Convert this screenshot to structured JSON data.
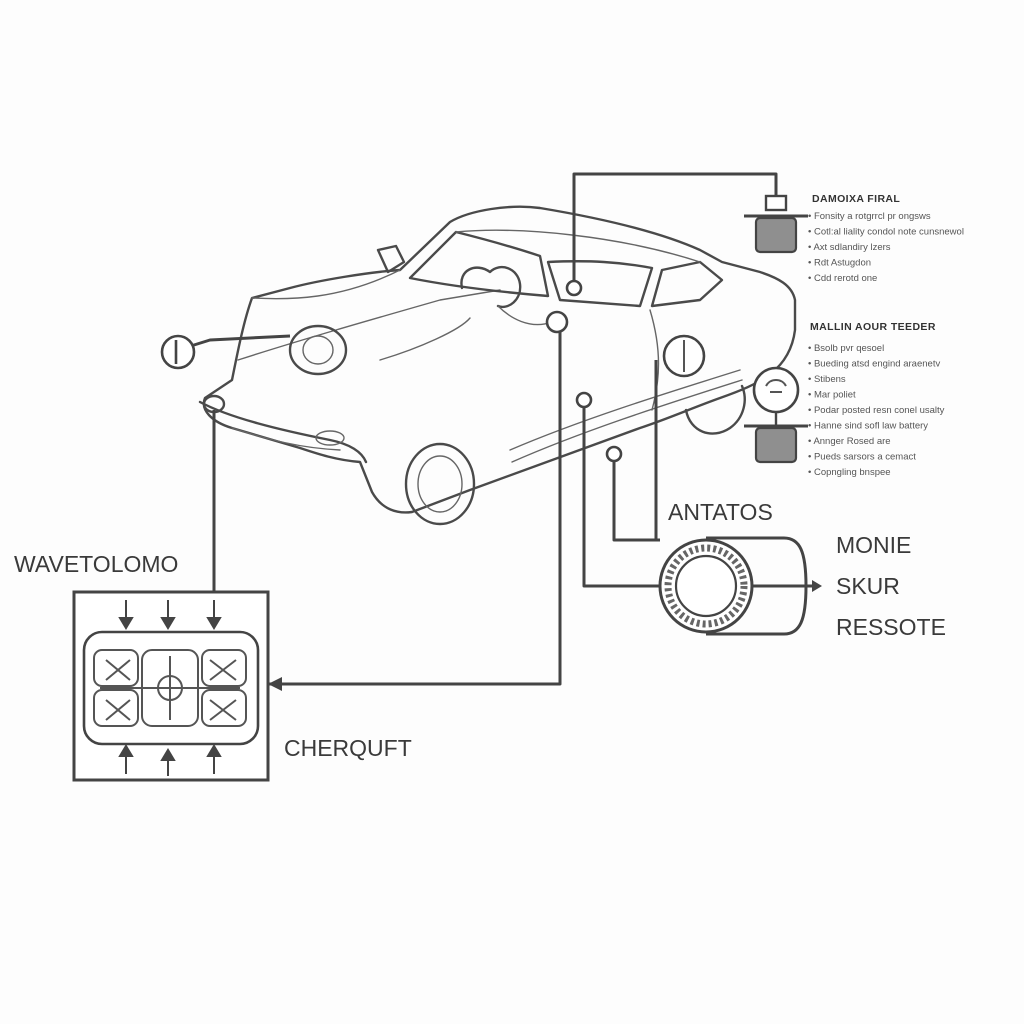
{
  "labels": {
    "top_right_title": "DAMOIXA FIRAL",
    "mid_right_title": "MALLIN AOUR TEEDER",
    "antatos": "ANTATOS",
    "monie": "MONIE",
    "skur": "SKUR",
    "ressote": "RESSOTE",
    "wavetolomo": "WAVETOLOMO",
    "cherquft": "CHERQUFT"
  },
  "legend_top": [
    "Fonsity a rotgrrcl pr ongsws",
    "Cotl:al liality condol note cunsnewol",
    "Axt sdlandiry lzers",
    "Rdt Astugdon",
    "Cdd rerotd one"
  ],
  "legend_mid": [
    "Bsolb pvr qesoel",
    "Bueding atsd engind araenetv",
    "Stibens",
    "Mar poliet",
    "Podar posted resn conel usalty",
    "Hanne sind sofl law battery",
    "Annger Rosed are",
    "Pueds sarsors a cemact",
    "Copngling bnspee"
  ],
  "colors": {
    "line": "#4a4a4a",
    "component_fill": "#8f8f8f",
    "background": "#fdfdfd"
  }
}
